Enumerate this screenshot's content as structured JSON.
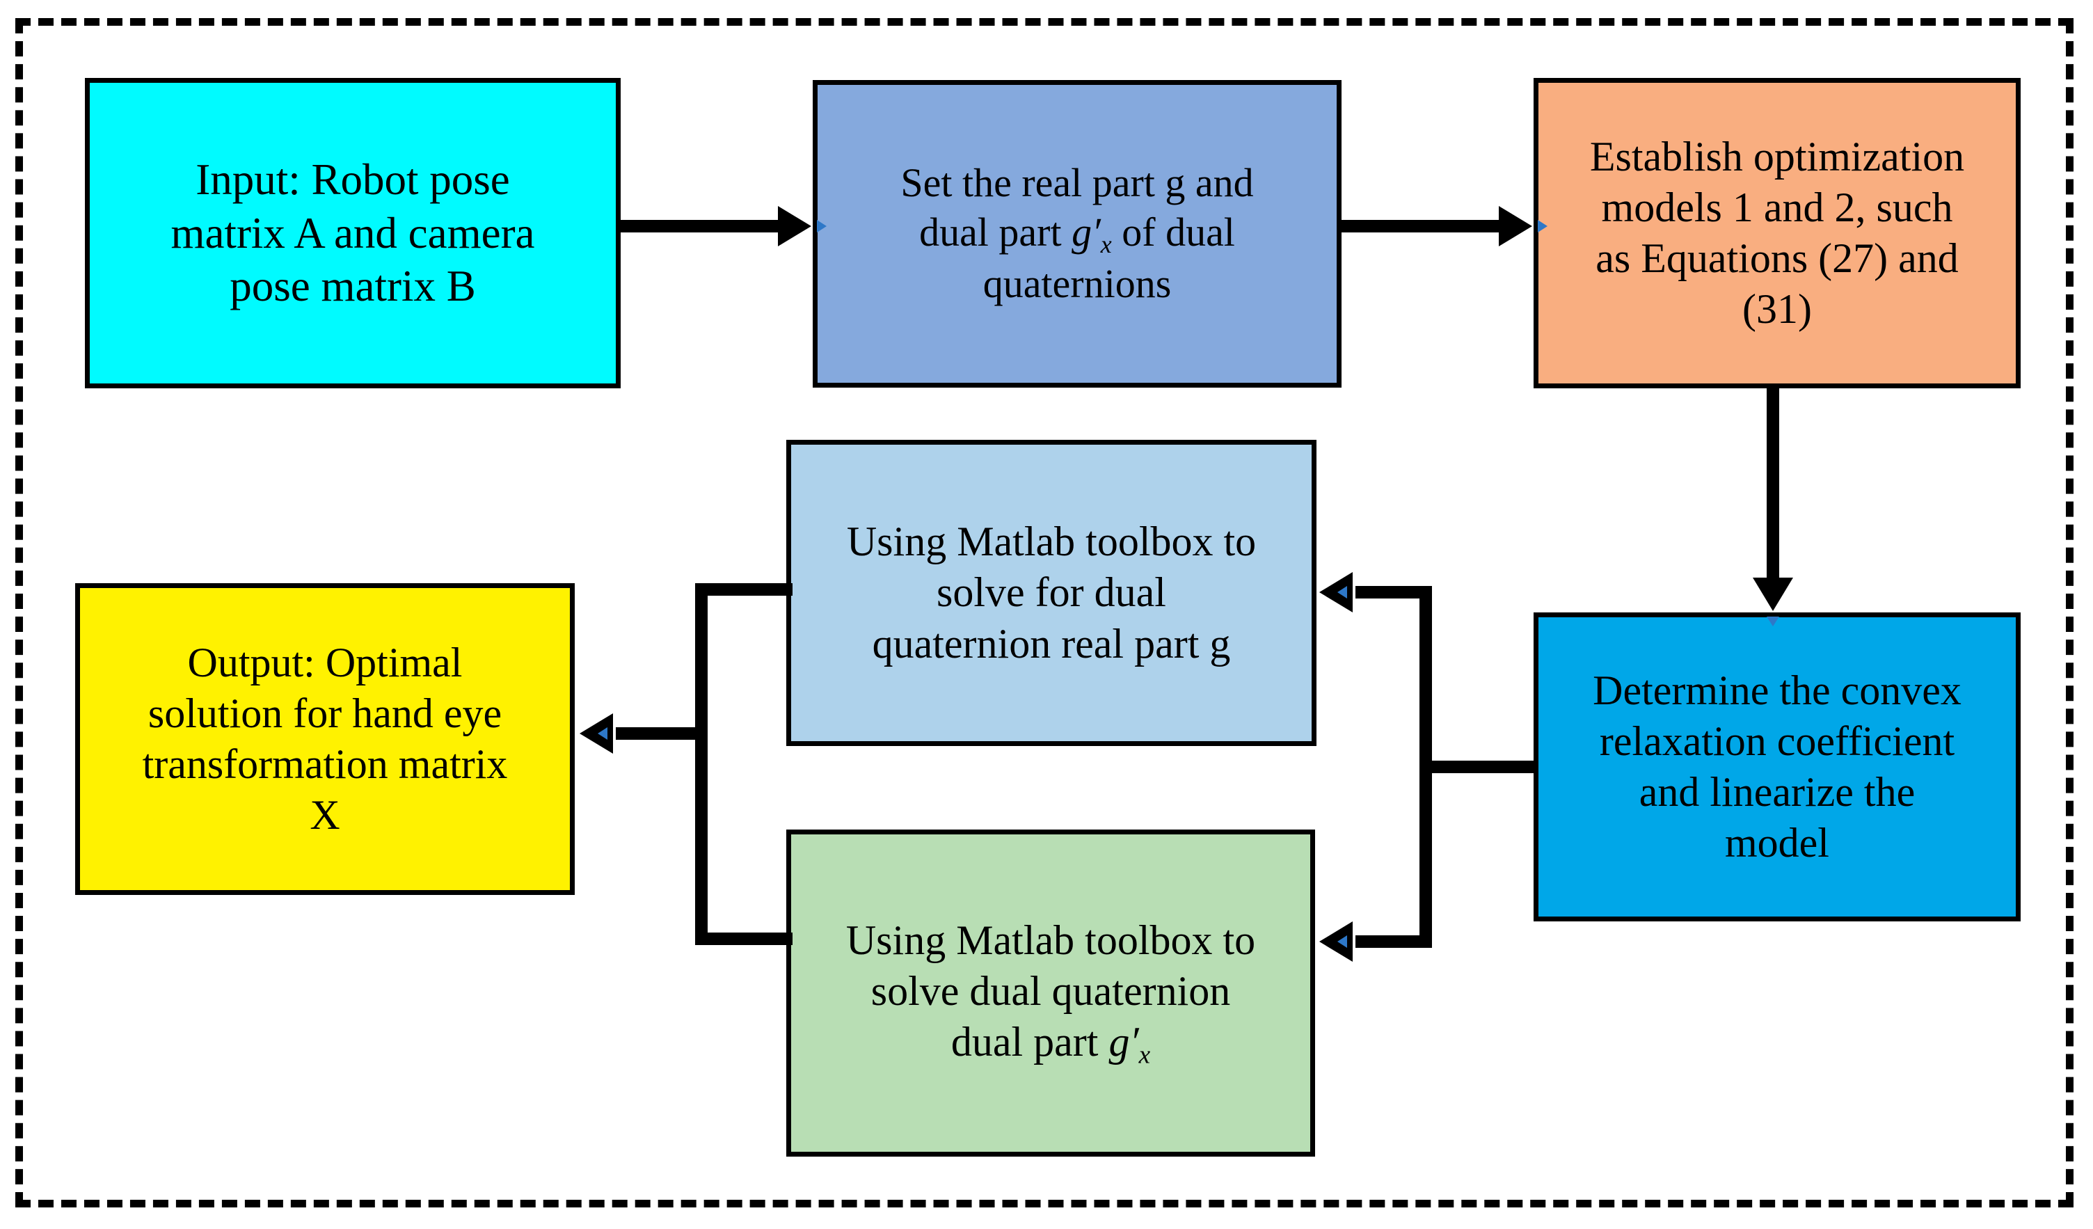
{
  "diagram": {
    "title_visible": false,
    "frame": {
      "style": "dashed",
      "color": "#000000"
    },
    "nodes": [
      {
        "id": "input",
        "label": "Input: Robot pose matrix A and camera pose matrix B",
        "lines": [
          "Input: Robot pose",
          "matrix A and camera",
          "pose matrix B"
        ],
        "color": "#00FBFF",
        "color_name": "cyan"
      },
      {
        "id": "set-parts",
        "label": "Set the real part g and dual part g′x of dual quaternions",
        "lines": [
          "Set the real part g and",
          "dual part g′x of dual",
          "quaternions"
        ],
        "color": "#85A9DD",
        "color_name": "blue-gray"
      },
      {
        "id": "establish-models",
        "label": "Establish optimization models 1 and 2, such as Equations (27) and (31)",
        "lines": [
          "Establish optimization",
          "models 1 and 2, such",
          "as Equations (27) and",
          "(31)"
        ],
        "color": "#F9AE80",
        "color_name": "orange"
      },
      {
        "id": "determine-convex",
        "label": "Determine the convex relaxation coefficient and linearize the model",
        "lines": [
          "Determine the convex",
          "relaxation coefficient",
          "and linearize the",
          "model"
        ],
        "color": "#00A7E8",
        "color_name": "bright-blue"
      },
      {
        "id": "matlab-real-part",
        "label": "Using Matlab toolbox to solve for dual quaternion real part g",
        "lines": [
          "Using Matlab toolbox to",
          "solve for dual",
          "quaternion real part g"
        ],
        "color": "#AED2EB",
        "color_name": "light-blue"
      },
      {
        "id": "matlab-dual-part",
        "label": "Using Matlab toolbox to solve dual quaternion dual part g′x",
        "lines": [
          "Using Matlab toolbox to",
          "solve dual quaternion",
          "dual part g′x"
        ],
        "color": "#B8DEB4",
        "color_name": "light-green"
      },
      {
        "id": "output",
        "label": "Output: Optimal solution for hand eye transformation matrix X",
        "lines": [
          "Output: Optimal",
          "solution for hand eye",
          "transformation matrix",
          "X"
        ],
        "color": "#FFF200",
        "color_name": "yellow"
      }
    ],
    "edges": [
      {
        "from": "input",
        "to": "set-parts",
        "direction": "right"
      },
      {
        "from": "set-parts",
        "to": "establish-models",
        "direction": "right"
      },
      {
        "from": "establish-models",
        "to": "determine-convex",
        "direction": "down"
      },
      {
        "from": "determine-convex",
        "to": "matlab-real-part",
        "direction": "left"
      },
      {
        "from": "determine-convex",
        "to": "matlab-dual-part",
        "direction": "left"
      },
      {
        "from": "matlab-real-part",
        "to": "output",
        "direction": "left"
      },
      {
        "from": "matlab-dual-part",
        "to": "output",
        "direction": "left"
      }
    ],
    "node_text": {
      "input_l1": "Input: Robot pose",
      "input_l2": "matrix A and camera",
      "input_l3": "pose matrix B",
      "set_l1": "Set the real part g and",
      "set_l2a": "dual part ",
      "set_l2b": "g′",
      "set_l2c": "x",
      "set_l2d": " of dual",
      "set_l3": "quaternions",
      "est_l1": "Establish optimization",
      "est_l2": "models 1 and 2, such",
      "est_l3": "as Equations (27) and",
      "est_l4": "(31)",
      "det_l1": "Determine the convex",
      "det_l2": "relaxation coefficient",
      "det_l3": "and linearize the",
      "det_l4": "model",
      "mreal_l1": "Using Matlab toolbox to",
      "mreal_l2": "solve for dual",
      "mreal_l3": "quaternion real part g",
      "mdual_l1": "Using Matlab toolbox to",
      "mdual_l2": "solve dual quaternion",
      "mdual_l3a": "dual part ",
      "mdual_l3b": "g′",
      "mdual_l3c": "x",
      "out_l1": "Output: Optimal",
      "out_l2": "solution for hand eye",
      "out_l3": "transformation matrix",
      "out_l4": "X"
    }
  }
}
